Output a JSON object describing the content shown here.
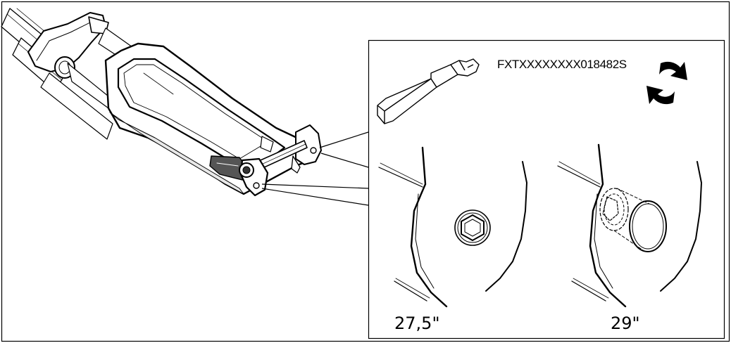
{
  "serial_number": "FXTXXXXXXXX018482S",
  "options": [
    {
      "wheel_size": "27,5\""
    },
    {
      "wheel_size": "29\""
    }
  ],
  "icons": [
    "hex-bit-icon",
    "rotate-arrows-icon"
  ],
  "colors": {
    "line": "#000000",
    "background": "#ffffff",
    "fork_lowers_shade": "#e8e8e8"
  }
}
